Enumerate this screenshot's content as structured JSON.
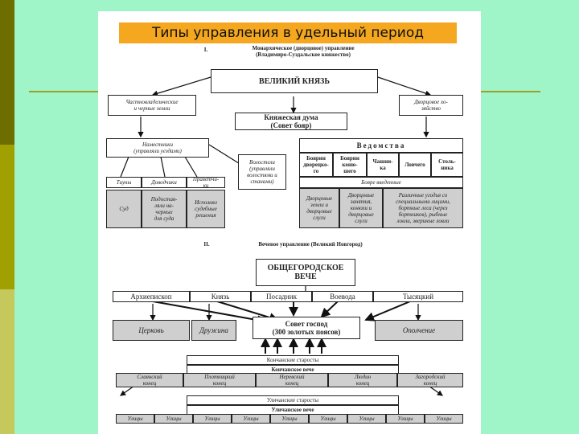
{
  "slide": {
    "title": "Типы управления в удельный период"
  },
  "part1": {
    "numeral": "I.",
    "heading": "Монархическое (дворцовое) управление\n(Владимиро-Суздальское княжество)",
    "grand_prince": "ВЕЛИКИЙ КНЯЗЬ",
    "private_lands": "Частновладельческие\nи черные земли",
    "palace_domain": "Дворцовое хо-\nзяйство",
    "duma": "Княжеская дума\n(Совет бояр)",
    "namestniki": "Наместники\n(управляли уездами)",
    "volosteli": "Волостели\n(управляли\nволостями и\nстанами)",
    "namestniki_cols": [
      "Тиуны",
      "Доводчики",
      "Праветчи-\nки"
    ],
    "namestniki_desc": [
      "Суд",
      "Подостав-\nляли на-\nчерных\nдля суда",
      "Исполнял\nсудебные\nрешения"
    ],
    "vedomstva_title": "Ведомства",
    "vedomstva_cols": [
      "Боярин\nдворецко-\nго",
      "Боярин\nконю-\nшего",
      "Чашни-\nка",
      "Ловчего",
      "Столь-\nника"
    ],
    "boyars_vvedenie": "Бояре введенные",
    "vedomstva_desc": [
      "Дворцовые\nземли и\nдворцовые\nслуги",
      "Дворцовые\nзанятия,\nконюхи и\nдворцовые\nслуги",
      "Различные угодья со\nспециальными лицами,\nбортные леса (через\nбортников), рыбные\nловли, звериные ловли"
    ]
  },
  "part2": {
    "numeral": "II.",
    "heading": "Вечевое управление (Великий Новгород)",
    "veche": "ОБЩЕГОРОДСКОЕ\nВЕЧЕ",
    "officials": [
      "Архиепископ",
      "Князь",
      "Посадник",
      "Воевода",
      "Тысяцкий"
    ],
    "church": "Церковь",
    "druzhina": "Дружина",
    "council": "Совет господ\n(300 золотых поясов)",
    "opolchenie": "Ополчение",
    "konchanskie_starosty": "Кончанские старосты",
    "konchanskoe_veche": "Кончанское вече",
    "ends": [
      "Славнский\nконец",
      "Плотницкий\nконец",
      "Неревский\nконец",
      "Людин\nконец",
      "Загородский\nконец"
    ],
    "ulichanskie_starosty": "Уличанские старосты",
    "ulichanskoe_veche": "Уличанское вече",
    "streets": [
      "Улицы",
      "Улицы",
      "Улицы",
      "Улицы",
      "Улицы",
      "Улицы",
      "Улицы",
      "Улицы",
      "Улицы"
    ]
  }
}
